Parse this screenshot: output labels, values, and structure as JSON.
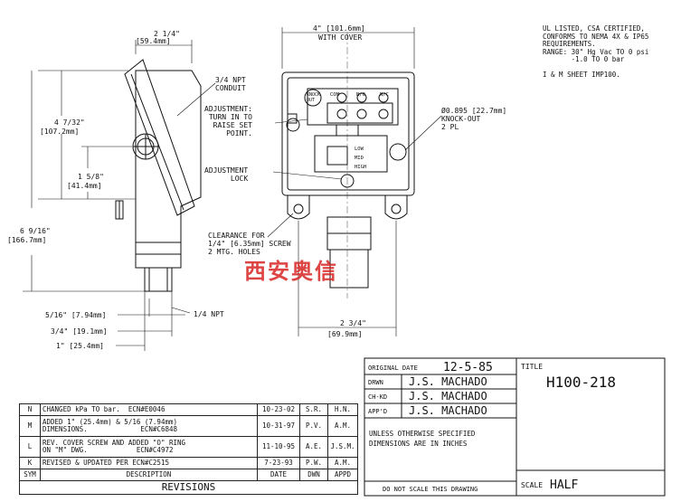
{
  "dims": {
    "width_top": "2 1/4\"",
    "width_top_mm": "[59.4mm]",
    "height_body": "4 7/32\"",
    "height_body_mm": "[107.2mm]",
    "conduit_offset": "1 5/8\"",
    "conduit_offset_mm": "[41.4mm]",
    "overall_height": "6 9/16\"",
    "overall_height_mm": "[166.7mm]",
    "npt_dim1": "5/16\" [7.94mm]",
    "npt_dim2": "3/4\" [19.1mm]",
    "npt_dim3": "1\" [25.4mm]",
    "cover_width": "4\" [101.6mm]",
    "cover_label": "WITH COVER",
    "mount_width": "2 3/4\"",
    "mount_width_mm": "[69.9mm]"
  },
  "callouts": {
    "conduit": "3/4 NPT\nCONDUIT",
    "adjustment": "ADJUSTMENT:\nTURN IN TO\nRAISE SET\nPOINT.",
    "adjustment_lock": "ADJUSTMENT\nLOCK",
    "knockout": "Ø0.895 [22.7mm]\nKNOCK-OUT\n2 PL",
    "clearance": "CLEARANCE FOR\n1/4\" [6.35mm] SCREW\n2 MTG. HOLES",
    "npt_bottom": "1/4 NPT",
    "knock_out_inner": "KNOCK\nOUT",
    "com": "COM",
    "no": "N/O",
    "nc": "N/C",
    "low": "LOW",
    "mid": "MID",
    "high": "HIGH"
  },
  "notes": [
    "UL LISTED, CSA CERTIFIED,",
    "CONFORMS TO NEMA 4X & IP65",
    "REQUIREMENTS.",
    "RANGE: 30\" Hg Vac TO 0 psi",
    "       -1.0 TO 0 bar",
    "",
    "I & M SHEET IMP100."
  ],
  "revisions": {
    "rows": [
      {
        "sym": "N",
        "desc": "CHANGED kPa TO bar.  ECN#E0046",
        "date": "10-23-02",
        "dwn": "S.R.",
        "appd": "H.N."
      },
      {
        "sym": "M",
        "desc": "ADDED 1\" (25.4mm) & 5/16 (7.94mm)\nDIMENSIONS.             ECN#C6848",
        "date": "10-31-97",
        "dwn": "P.V.",
        "appd": "A.M."
      },
      {
        "sym": "L",
        "desc": "REV. COVER SCREW AND ADDED \"O\" RING\nON \"M\" DWG.            ECN#C4972",
        "date": "11-10-95",
        "dwn": "A.E.",
        "appd": "J.S.M."
      },
      {
        "sym": "K",
        "desc": "REVISED & UPDATED PER ECN#C2515",
        "date": "7-23-93",
        "dwn": "P.W.",
        "appd": "A.M."
      }
    ],
    "header": {
      "sym": "SYM",
      "desc": "DESCRIPTION",
      "date": "DATE",
      "dwn": "DWN",
      "appd": "APPD"
    },
    "footer": "REVISIONS"
  },
  "title_block": {
    "original_date_label": "ORIGINAL DATE",
    "original_date": "12-5-85",
    "drwn_label": "DRWN",
    "drwn": "J.S. MACHADO",
    "chkd_label": "CH-KD",
    "chkd": "J.S. MACHADO",
    "appd_label": "APP'D",
    "appd": "J.S. MACHADO",
    "tolerance_note": "UNLESS OTHERWISE SPECIFIED\nDIMENSIONS ARE IN INCHES",
    "no_scale": "DO NOT SCALE THIS DRAWING",
    "title_label": "TITLE",
    "title": "H100-218",
    "scale_label": "SCALE",
    "scale": "HALF"
  },
  "watermark": "西安奥信"
}
